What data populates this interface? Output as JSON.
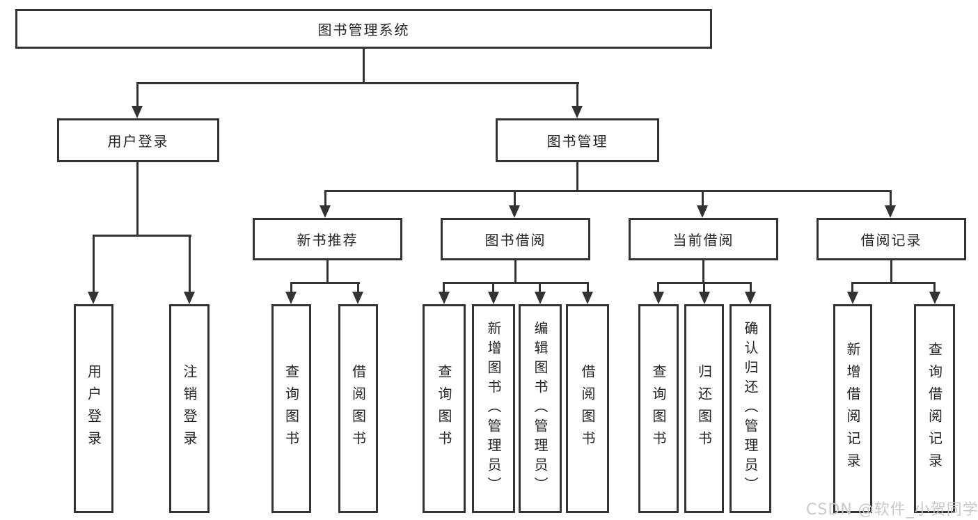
{
  "diagram": {
    "root": "图书管理系统",
    "branches": [
      {
        "label": "用户登录",
        "children": [
          "用户登录",
          "注销登录"
        ]
      },
      {
        "label": "图书管理",
        "groups": [
          {
            "label": "新书推荐",
            "children": [
              "查询图书",
              "借阅图书"
            ]
          },
          {
            "label": "图书借阅",
            "children": [
              "查询图书",
              "新增图书（管理员）",
              "编辑图书（管理员）",
              "借阅图书"
            ]
          },
          {
            "label": "当前借阅",
            "children": [
              "查询图书",
              "归还图书",
              "确认归还（管理员）"
            ]
          },
          {
            "label": "借阅记录",
            "children": [
              "新增借阅记录",
              "查询借阅记录"
            ]
          }
        ]
      }
    ]
  },
  "watermark": "CSDN @软件_小贺同学",
  "colors": {
    "line": "#333333",
    "text": "#262626",
    "watermark": "#c9c9c9",
    "background": "#ffffff"
  }
}
